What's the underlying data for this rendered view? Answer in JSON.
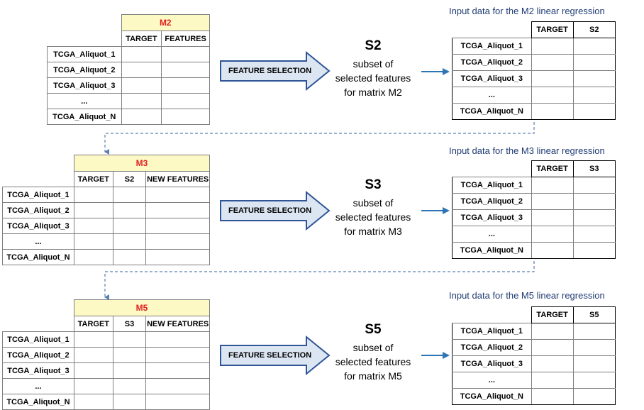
{
  "rows": [
    {
      "id": "m2",
      "matrix_title": "M2",
      "columns": [
        "TARGET",
        "FEATURES"
      ],
      "row_labels": [
        "TCGA_Aliquot_1",
        "TCGA_Aliquot_2",
        "TCGA_Aliquot_3",
        "...",
        "TCGA_Aliquot_N"
      ],
      "process_label": "FEATURE SELECTION",
      "subset_name": "S2",
      "subset_line1": "subset of",
      "subset_line2": "selected features",
      "subset_line3": "for matrix M2",
      "caption": "Input data for the M2 linear regression",
      "result_columns": [
        "TARGET",
        "S2"
      ],
      "result_row_labels": [
        "TCGA_Aliquot_1",
        "TCGA_Aliquot_2",
        "TCGA_Aliquot_3",
        "...",
        "TCGA_Aliquot_N"
      ]
    },
    {
      "id": "m3",
      "matrix_title": "M3",
      "columns": [
        "TARGET",
        "S2",
        "NEW FEATURES"
      ],
      "row_labels": [
        "TCGA_Aliquot_1",
        "TCGA_Aliquot_2",
        "TCGA_Aliquot_3",
        "...",
        "TCGA_Aliquot_N"
      ],
      "process_label": "FEATURE SELECTION",
      "subset_name": "S3",
      "subset_line1": "subset of",
      "subset_line2": "selected features",
      "subset_line3": "for matrix M3",
      "caption": "Input data for the M3 linear regression",
      "result_columns": [
        "TARGET",
        "S3"
      ],
      "result_row_labels": [
        "TCGA_Aliquot_1",
        "TCGA_Aliquot_2",
        "TCGA_Aliquot_3",
        "...",
        "TCGA_Aliquot_N"
      ]
    },
    {
      "id": "m5",
      "matrix_title": "M5",
      "columns": [
        "TARGET",
        "S3",
        "NEW FEATURES"
      ],
      "row_labels": [
        "TCGA_Aliquot_1",
        "TCGA_Aliquot_2",
        "TCGA_Aliquot_3",
        "...",
        "TCGA_Aliquot_N"
      ],
      "process_label": "FEATURE SELECTION",
      "subset_name": "S5",
      "subset_line1": "subset of",
      "subset_line2": "selected features",
      "subset_line3": "for matrix M5",
      "caption": "Input data for the M5 linear regression",
      "result_columns": [
        "TARGET",
        "S5"
      ],
      "result_row_labels": [
        "TCGA_Aliquot_1",
        "TCGA_Aliquot_2",
        "TCGA_Aliquot_3",
        "...",
        "TCGA_Aliquot_N"
      ]
    }
  ],
  "colors": {
    "matrix_title_bg": "#fdf9c4",
    "matrix_title_text": "#e02020",
    "arrow_fill": "#dce6f2",
    "arrow_stroke": "#2f5597",
    "link_arrow": "#2e75b6",
    "caption_text": "#1f3b73",
    "connector": "#5b7fb0"
  }
}
